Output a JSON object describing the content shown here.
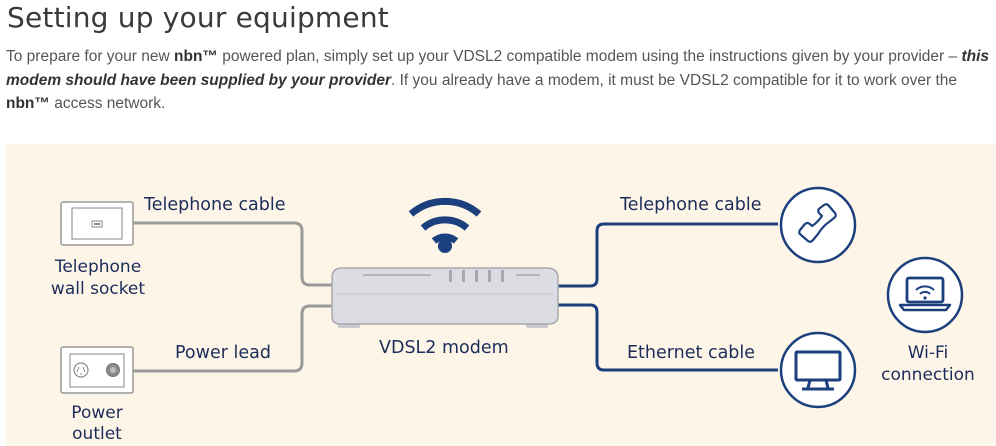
{
  "page": {
    "title": "Setting up your equipment"
  },
  "intro": {
    "part1": "To prepare for your new ",
    "brand": "nbn™",
    "part2": " powered plan, simply set up your VDSL2 compatible modem using the instructions given by your provider – ",
    "emphasis": "this modem should have been supplied by your provider",
    "part3": ". If you already have a modem, it must be VDSL2 compatible for it to work over the ",
    "brand2": "nbn™",
    "part4": " access network."
  },
  "diagram": {
    "left": {
      "telephone_cable_label": "Telephone cable",
      "wall_socket_line1": "Telephone",
      "wall_socket_line2": "wall socket",
      "power_lead_label": "Power lead",
      "power_outlet_line1": "Power",
      "power_outlet_line2": "outlet"
    },
    "center": {
      "modem_label": "VDSL2 modem"
    },
    "right": {
      "telephone_cable_label": "Telephone cable",
      "ethernet_cable_label": "Ethernet cable",
      "wifi_line1": "Wi-Fi",
      "wifi_line2": "connection"
    },
    "colors": {
      "navy": "#1c3f7d",
      "grey_cable": "#9a9a9a",
      "panel_bg": "#fdf5e8",
      "label_text": "#1c2d5a"
    }
  }
}
